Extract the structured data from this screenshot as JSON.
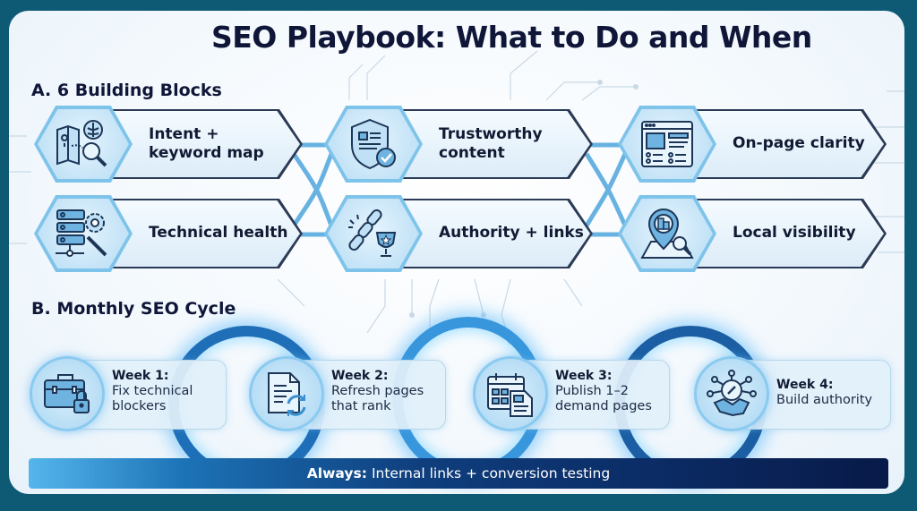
{
  "title": "SEO Playbook: What to Do and When",
  "sections": {
    "building_blocks": {
      "heading": "A. 6 Building Blocks",
      "items": [
        {
          "label": "Intent + keyword map",
          "icon": "map-brain-search-icon"
        },
        {
          "label": "Trustworthy content",
          "icon": "shield-check-icon"
        },
        {
          "label": "On-page clarity",
          "icon": "webpage-layout-icon"
        },
        {
          "label": "Technical health",
          "icon": "server-gear-wrench-icon"
        },
        {
          "label": "Authority + links",
          "icon": "chain-trophy-icon"
        },
        {
          "label": "Local visibility",
          "icon": "map-pin-building-icon"
        }
      ]
    },
    "monthly_cycle": {
      "heading": "B. Monthly SEO Cycle",
      "weeks": [
        {
          "week": "Week 1:",
          "task": "Fix technical blockers",
          "icon": "toolbox-lock-icon"
        },
        {
          "week": "Week 2:",
          "task": "Refresh pages that rank",
          "icon": "document-refresh-icon"
        },
        {
          "week": "Week 3:",
          "task": "Publish 1–2 demand pages",
          "icon": "calendar-document-icon"
        },
        {
          "week": "Week 4:",
          "task": "Build authority",
          "icon": "network-handshake-icon"
        }
      ]
    }
  },
  "always_bar": {
    "label": "Always:",
    "text": "Internal links + conversion testing"
  },
  "colors": {
    "frame": "#0e5a74",
    "title_text": "#0f1638",
    "accent_blue": "#2b7fc4",
    "bar_start": "#55b5ec",
    "bar_end": "#081a48"
  }
}
